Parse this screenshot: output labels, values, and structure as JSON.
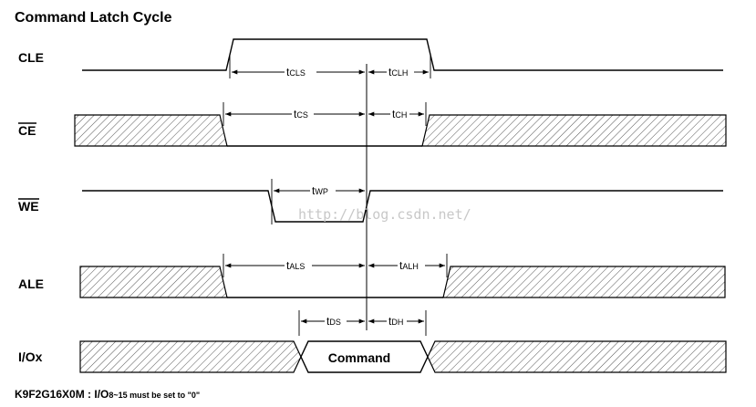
{
  "title": "Command Latch Cycle",
  "signals": {
    "cle": "CLE",
    "ce": "CE",
    "we": "WE",
    "ale": "ALE",
    "io": "I/Ox"
  },
  "timing": {
    "tcls": {
      "t": "t",
      "sub": "CLS"
    },
    "tclh": {
      "t": "t",
      "sub": "CLH"
    },
    "tcs": {
      "t": "t",
      "sub": "CS"
    },
    "tch": {
      "t": "t",
      "sub": "CH"
    },
    "twp": {
      "t": "t",
      "sub": "WP"
    },
    "tals": {
      "t": "t",
      "sub": "ALS"
    },
    "talh": {
      "t": "t",
      "sub": "ALH"
    },
    "tds": {
      "t": "t",
      "sub": "DS"
    },
    "tdh": {
      "t": "t",
      "sub": "DH"
    }
  },
  "command_label": "Command",
  "footnote": {
    "part": "K9F2G16X0M : I/O",
    "range": "8~15 must be set to \"0\""
  },
  "watermark": "http://blog.csdn.net/"
}
